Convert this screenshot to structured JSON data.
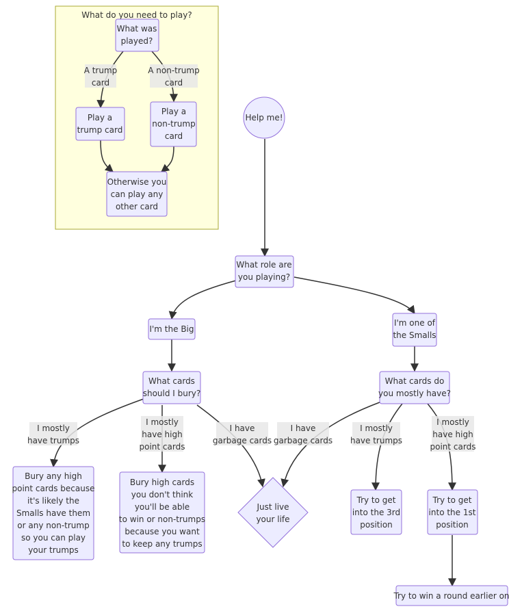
{
  "colors": {
    "node_fill": "#ECECFF",
    "node_stroke": "#9370DB",
    "cluster_fill": "#FFFFDE",
    "cluster_stroke": "#AAAA33",
    "edge": "#333333",
    "label_bg": "#E8E8E8"
  },
  "cluster": {
    "title": "What do you need to play?"
  },
  "nodes": {
    "what_played": [
      "What was",
      "played?"
    ],
    "play_trump": [
      "Play a",
      "trump card"
    ],
    "play_nontrump": [
      "Play a",
      "non-trump",
      "card"
    ],
    "otherwise": [
      "Otherwise you",
      "can play any",
      "other card"
    ],
    "help": [
      "Help me!"
    ],
    "role": [
      "What role are",
      "you playing?"
    ],
    "big": [
      "I'm the Big"
    ],
    "smalls": [
      "I'm one of",
      "the Smalls"
    ],
    "bury_q": [
      "What cards",
      "should I bury?"
    ],
    "have_q": [
      "What cards do",
      "you mostly have?"
    ],
    "bury_high": [
      "Bury any high",
      "point cards because",
      "it's likely the",
      "Smalls have them",
      "or any non-trump",
      "so you can play",
      "your trumps"
    ],
    "bury_dont": [
      "Bury high cards",
      "you don't think",
      "you'll be able",
      "to win or non-trumps",
      "because you want",
      "to keep any trumps"
    ],
    "live": [
      "Just live",
      "your life"
    ],
    "third": [
      "Try to get",
      "into the 3rd",
      "position"
    ],
    "first": [
      "Try to get",
      "into the 1st",
      "position"
    ],
    "win_earlier": [
      "Try to win a round earlier on"
    ]
  },
  "edge_labels": {
    "trump": [
      "A trump",
      "card"
    ],
    "nontrump": [
      "A non-trump",
      "card"
    ],
    "big_trumps": [
      "I mostly",
      "have trumps"
    ],
    "big_high": [
      "I mostly",
      "have high",
      "point cards"
    ],
    "big_garbage": [
      "I have",
      "garbage cards"
    ],
    "small_garbage": [
      "I have",
      "garbage cards"
    ],
    "small_trumps": [
      "I mostly",
      "have trumps"
    ],
    "small_high": [
      "I mostly",
      "have high",
      "point cards"
    ]
  }
}
